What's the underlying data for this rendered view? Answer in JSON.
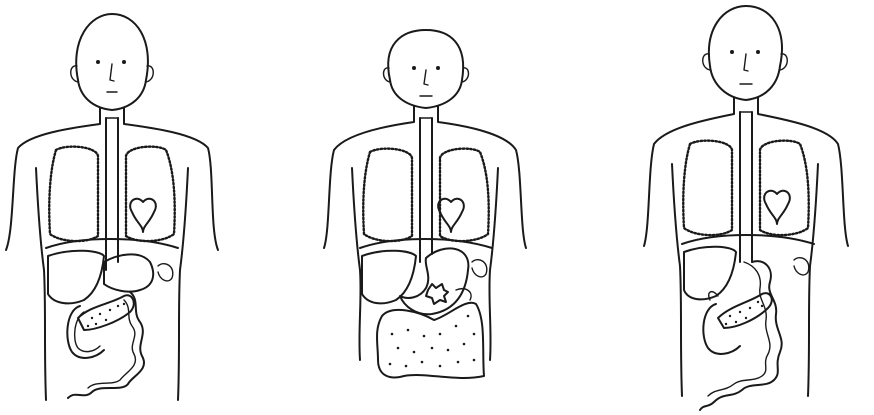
{
  "figures": [
    {
      "id": "left",
      "variant": "partial-gastrectomy-with-reconstruction"
    },
    {
      "id": "middle",
      "variant": "stomach-lesion-with-intestinal-dots"
    },
    {
      "id": "right",
      "variant": "total-gastrectomy-jejunal-loop"
    }
  ],
  "colors": {
    "ink": "#1a1a1a",
    "background": "#ffffff"
  }
}
